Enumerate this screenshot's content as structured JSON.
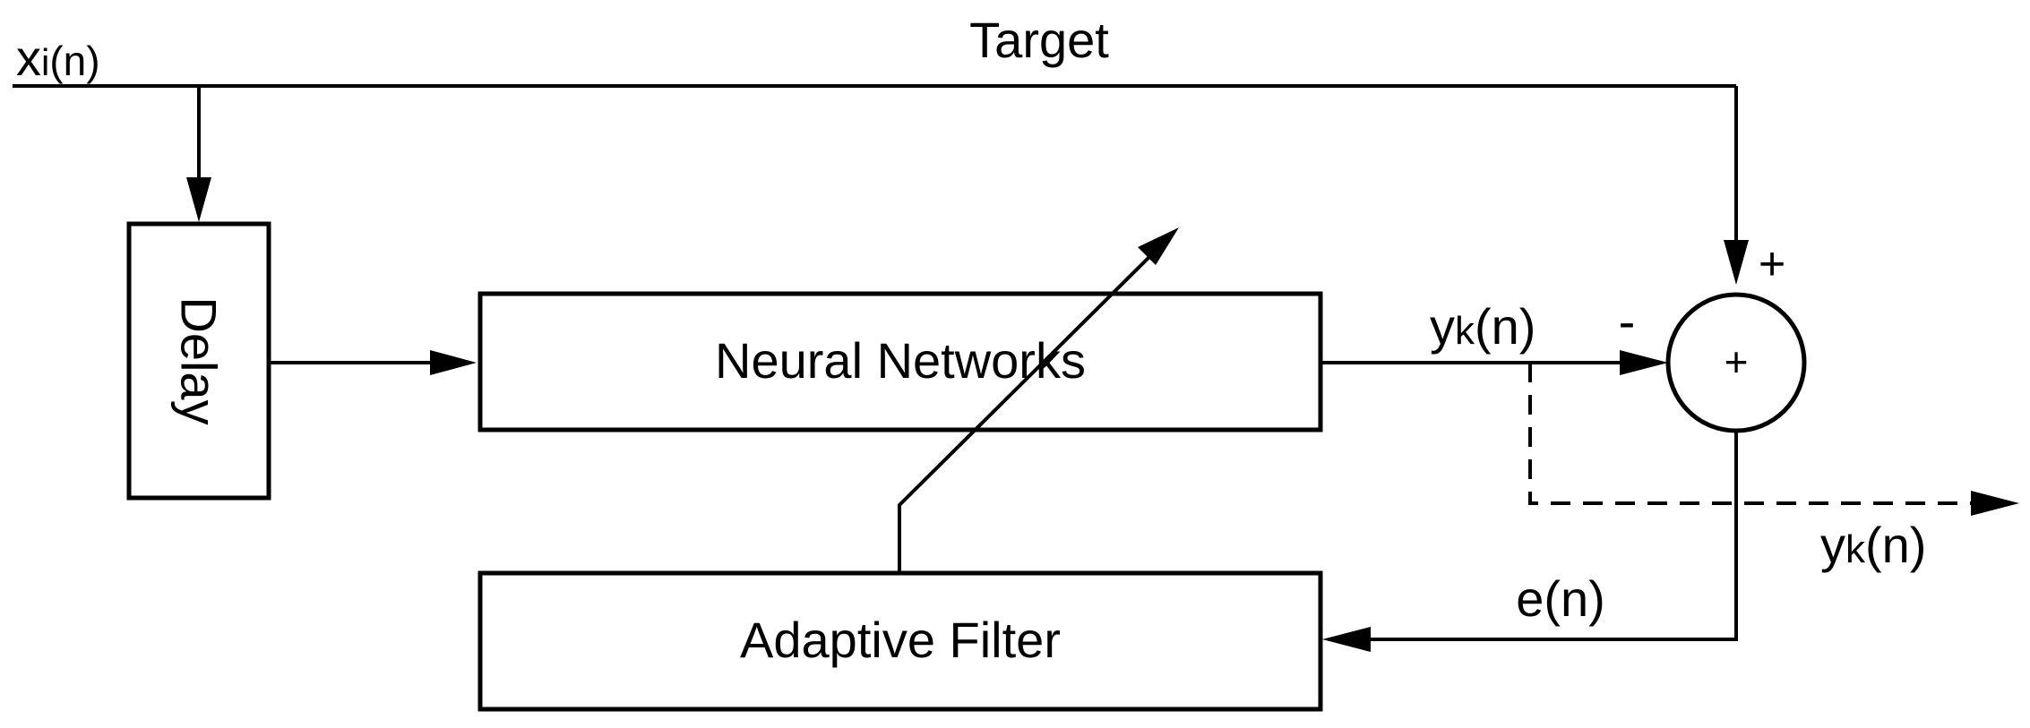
{
  "blocks": {
    "delay": "Delay",
    "neural_networks": "Neural Networks",
    "adaptive_filter": "Adaptive Filter",
    "summer_symbol": "+"
  },
  "signals": {
    "input_main": "x",
    "input_sub": "i",
    "input_arg": "(n)",
    "target": "Target",
    "output_main": "y",
    "output_sub": "k",
    "output_arg": "(n)",
    "error": "e(n)",
    "plus_sign": "+",
    "minus_sign": "-"
  }
}
